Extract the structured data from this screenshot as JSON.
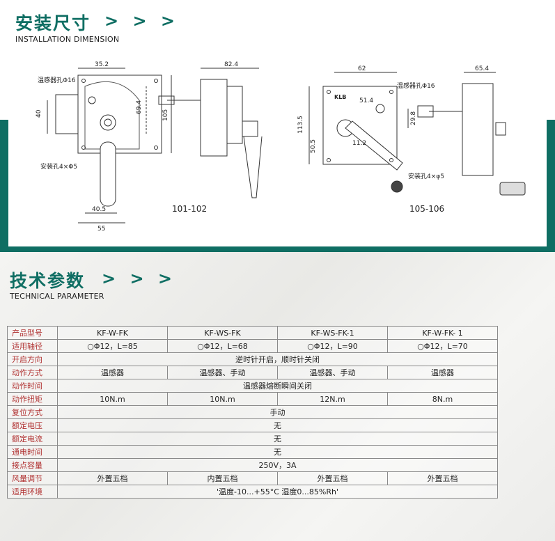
{
  "install": {
    "title_cn": "安装尺寸",
    "arrows": "> > >",
    "title_en": "INSTALLATION DIMENSION"
  },
  "drawing_left": {
    "model_label": "101-102",
    "sensor_hole": "温感器孔Φ16",
    "mount_hole": "安装孔4×Φ5",
    "dims": [
      "35.2",
      "40",
      "69.4",
      "105",
      "40.5",
      "55",
      "82.4"
    ]
  },
  "drawing_right": {
    "model_label": "105-106",
    "sensor_hole": "温感器孔Φ16",
    "mount_hole": "安装孔4×φ5",
    "brand": "KLB",
    "dims": [
      "62",
      "51.4",
      "113.5",
      "29.8",
      "50.5",
      "11.2",
      "65.4"
    ]
  },
  "tech": {
    "title_cn": "技术参数",
    "arrows": "> > >",
    "title_en": "TECHNICAL PARAMETER"
  },
  "table": {
    "rows": [
      {
        "label": "产品型号",
        "cells": [
          "KF-W-FK",
          "KF-WS-FK",
          "KF-WS-FK-1",
          "KF-W-FK- 1"
        ]
      },
      {
        "label": "适用轴径",
        "cells": [
          "○Φ12，L=85",
          "○Φ12，L=68",
          "○Φ12，L=90",
          "○Φ12，L=70"
        ]
      },
      {
        "label": "开启方向",
        "span": "逆时针开启，顺时针关闭"
      },
      {
        "label": "动作方式",
        "cells": [
          "温感器",
          "温感器、手动",
          "温感器、手动",
          "温感器"
        ]
      },
      {
        "label": "动作时间",
        "span": "温感器熔断瞬间关闭"
      },
      {
        "label": "动作扭矩",
        "cells": [
          "10N.m",
          "10N.m",
          "12N.m",
          "8N.m"
        ]
      },
      {
        "label": "复位方式",
        "span": "手动"
      },
      {
        "label": "额定电压",
        "span": "无"
      },
      {
        "label": "额定电流",
        "span": "无"
      },
      {
        "label": "通电时间",
        "span": "无"
      },
      {
        "label": "接点容量",
        "span": "250V，3A"
      },
      {
        "label": "风量调节",
        "cells": [
          "外置五档",
          "内置五档",
          "外置五档",
          "外置五档"
        ]
      },
      {
        "label": "适用环境",
        "span": "'温度-10...+55°C  湿度0...85%Rh'"
      }
    ]
  },
  "colors": {
    "teal": "#0f6e63",
    "label_red": "#b03030"
  }
}
